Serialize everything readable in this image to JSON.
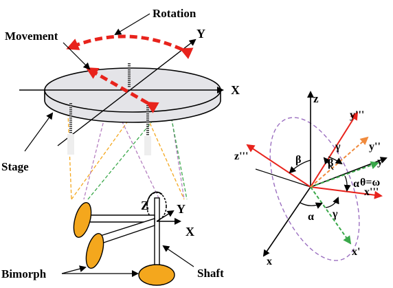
{
  "left_panel": {
    "labels": {
      "rotation": "Rotation",
      "movement": "Movement",
      "y_axis": "Y",
      "x_axis": "X",
      "stage": "Stage",
      "bimorph_z": "Z",
      "bimorph_y": "Y",
      "bimorph_x": "X",
      "bimorph": "Bimorph",
      "shaft": "Shaft"
    },
    "colors": {
      "stage_fill": "#e4e4e8",
      "arrow_red": "#e8231c",
      "bimorph_fill": "#f4a71d",
      "dash_orange": "#f4a71d",
      "dash_purple": "#b57fc0",
      "dash_green": "#3aa84a"
    }
  },
  "right_panel": {
    "labels": {
      "z": "z",
      "y3": "y'''",
      "y2": "y''",
      "y1": "y'",
      "z3": "z'''",
      "x3": "x'''",
      "x1": "x'",
      "x": "x",
      "beta_left": "β",
      "beta_right": "β",
      "gamma_top": "γ",
      "gamma_bottom": "γ",
      "alpha_right": "α",
      "alpha_bottom": "α",
      "theta": "θ=ω"
    },
    "colors": {
      "axis_black": "#000000",
      "axis_red": "#e8231c",
      "axis_green": "#3aa84a",
      "axis_orange": "#f08a3c",
      "ellipse_purple": "#9b6fc0"
    }
  }
}
